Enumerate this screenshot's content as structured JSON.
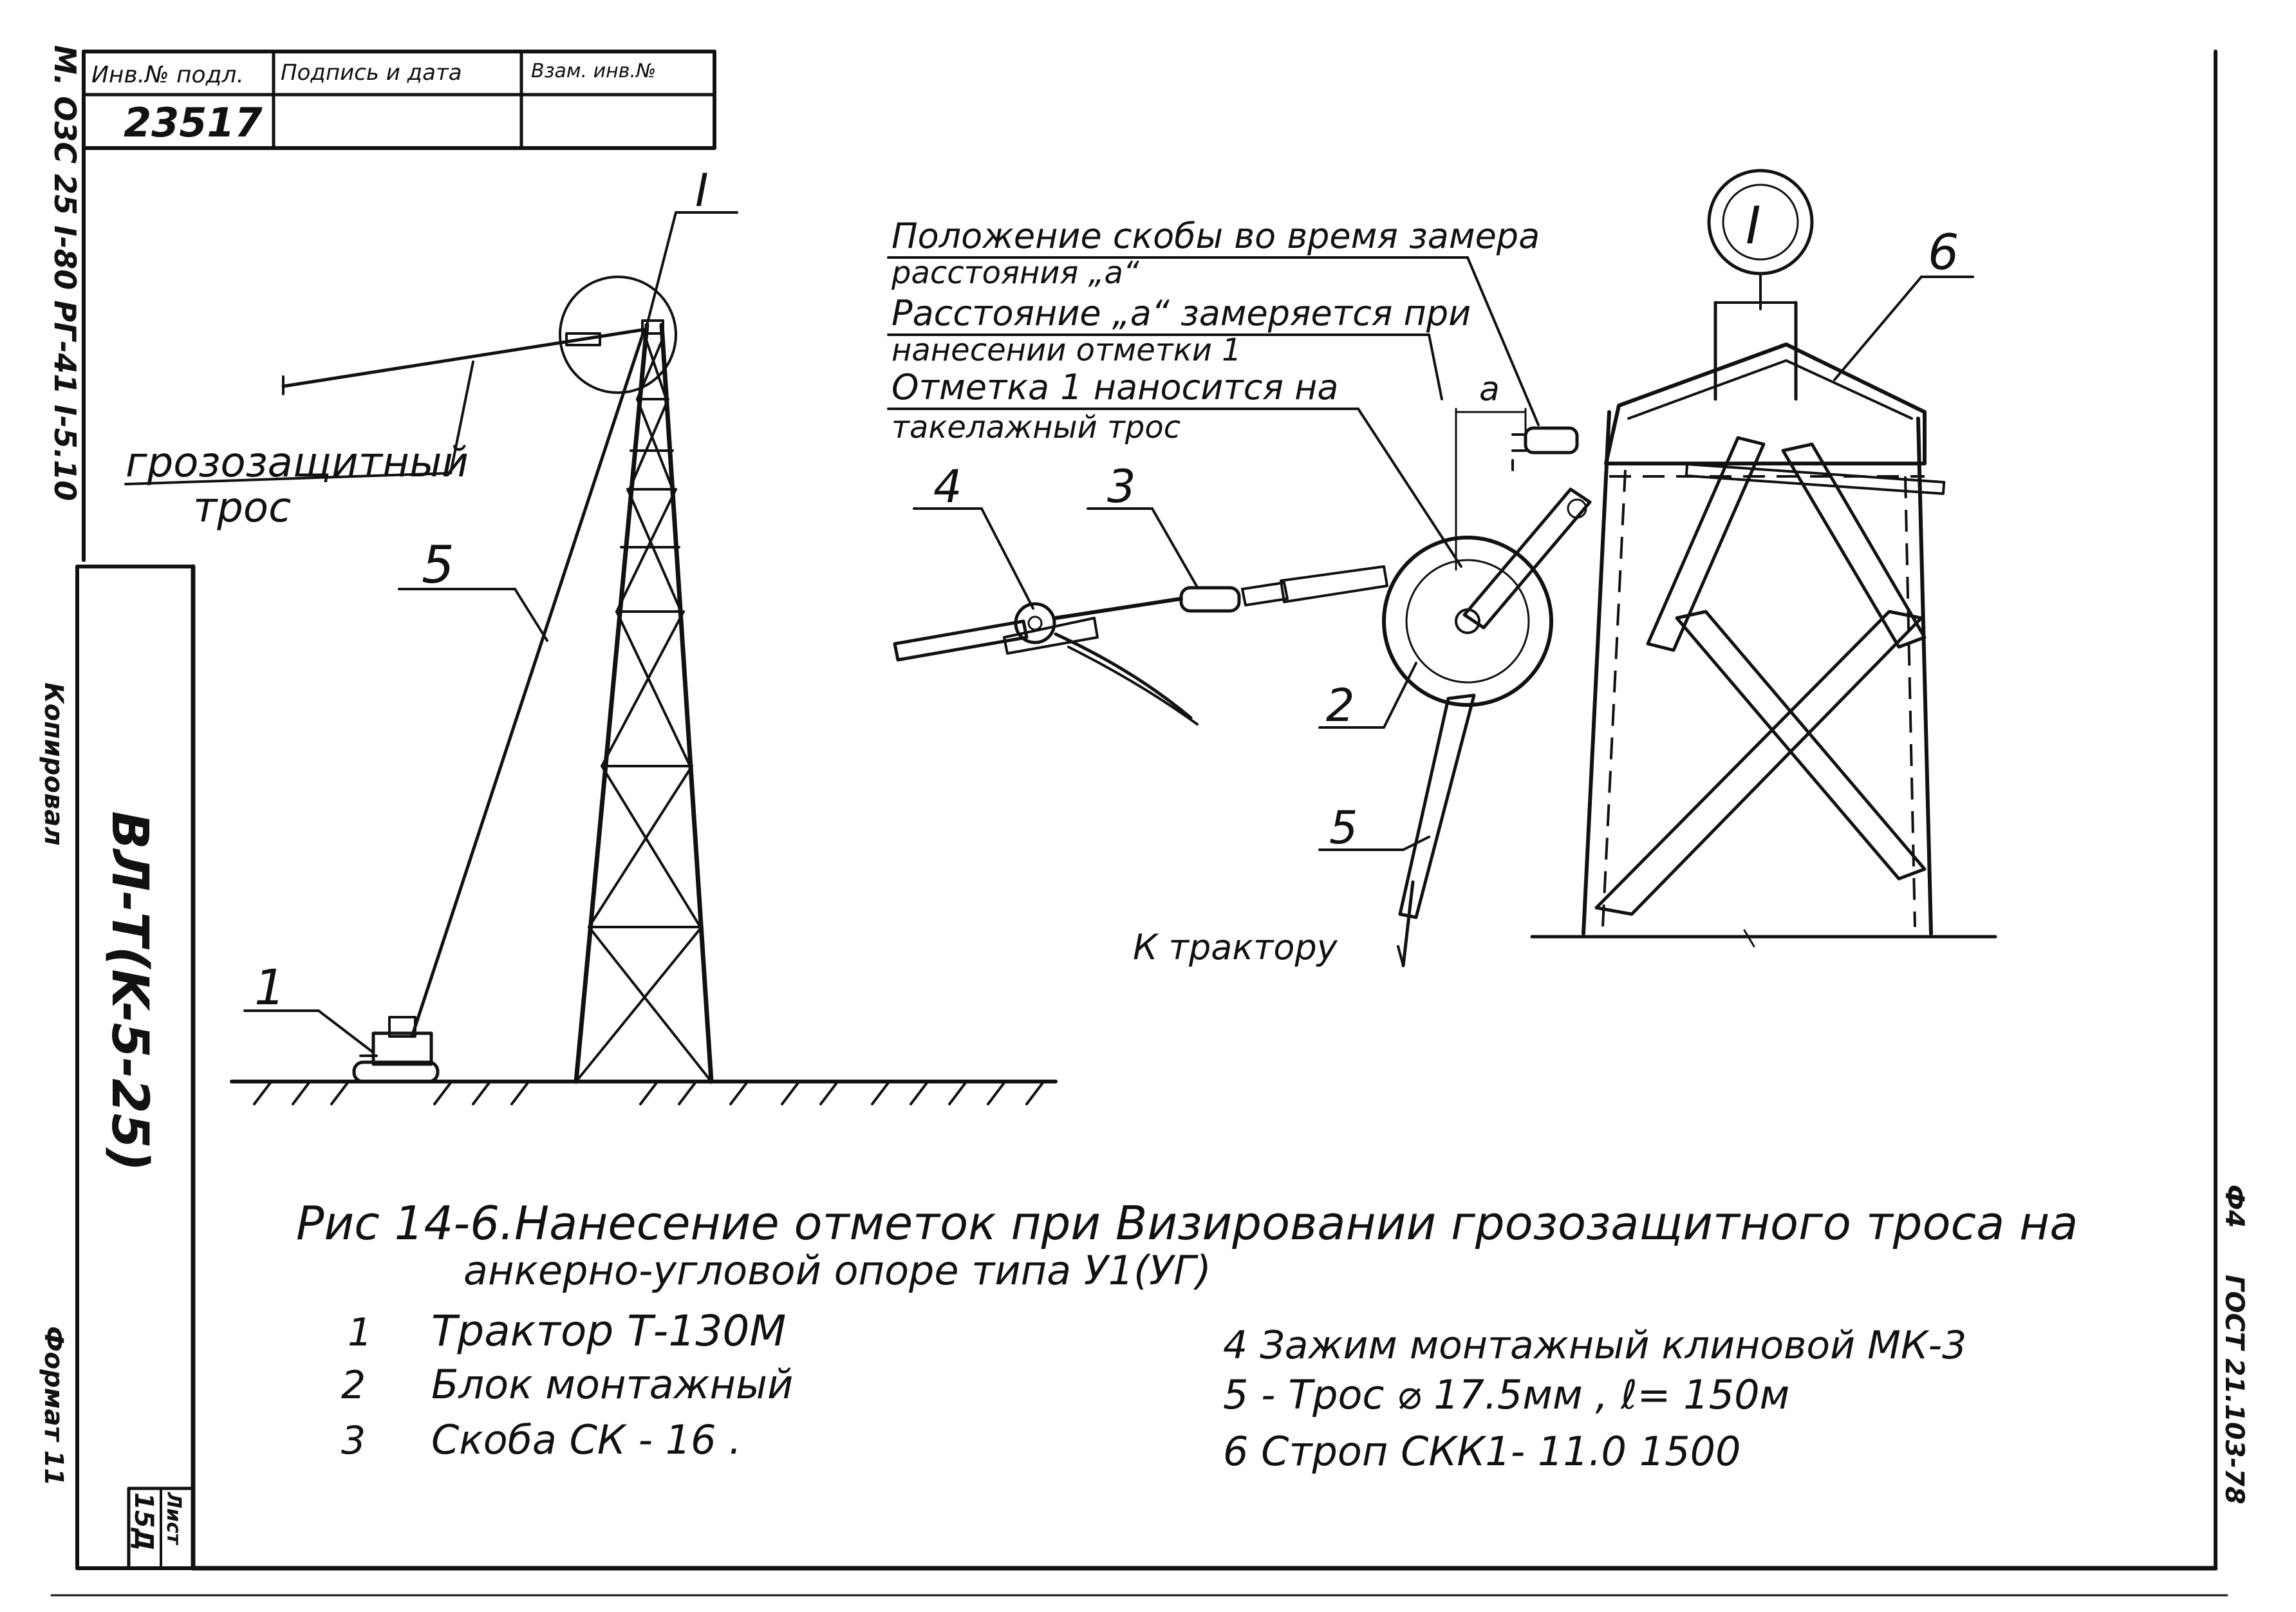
{
  "stamp": {
    "header_inv": "Инв.№ подл.",
    "header_sign": "Подпись и дата",
    "header_replace": "Взам. инв.№",
    "inv_number": "23517"
  },
  "margin": {
    "top_left_code": "M. O3C 25 I-80 PГ-41 I-5.10",
    "copied": "Копировал",
    "project_code": "BЛ-T(K-5-25)",
    "format": "Формат 11",
    "sheet_label": "Лист",
    "sheet_number": "15Д",
    "right_f": "Ф4",
    "right_gost": "ГОСТ 21.103-78"
  },
  "left_scene": {
    "callout_I": "I",
    "rope_label_line1": "грозозащитный",
    "rope_label_line2": "трос",
    "callout_5": "5",
    "callout_1": "1"
  },
  "right_scene": {
    "callout_I_circle": "I",
    "callout_6": "6",
    "note_1a": "Положение скобы во время замера",
    "note_1b": "расстояния „а“",
    "note_2a": "Расстояние „а“ замеряется при",
    "note_2b": "нанесении отметки 1",
    "note_3a": "Отметка 1 наносится на",
    "note_3b": "такелажный трос",
    "dim_a": "a",
    "callout_4": "4",
    "callout_3": "3",
    "callout_2": "2",
    "callout_5": "5",
    "to_tractor": "К трактору"
  },
  "caption": {
    "line1": "Рис 14-6.Нанесение  отметок  при  Визировании  грозозащитного  троса   на",
    "line2": "анкерно-угловой  опоре  типа  У1(УГ)"
  },
  "legend": {
    "left": [
      {
        "num": "1",
        "text": "Трактор   Т-130М"
      },
      {
        "num": "2",
        "text": "Блок  монтажный"
      },
      {
        "num": "3",
        "text": "Скоба   СК - 16 ."
      }
    ],
    "right": [
      {
        "text": "4  Зажим  монтажный  клиновой  МК-3"
      },
      {
        "text": "5 - Трос ⌀ 17.5мм ,  ℓ= 150м"
      },
      {
        "text": "6  Строп  СКК1- 11.0   1500"
      }
    ]
  }
}
